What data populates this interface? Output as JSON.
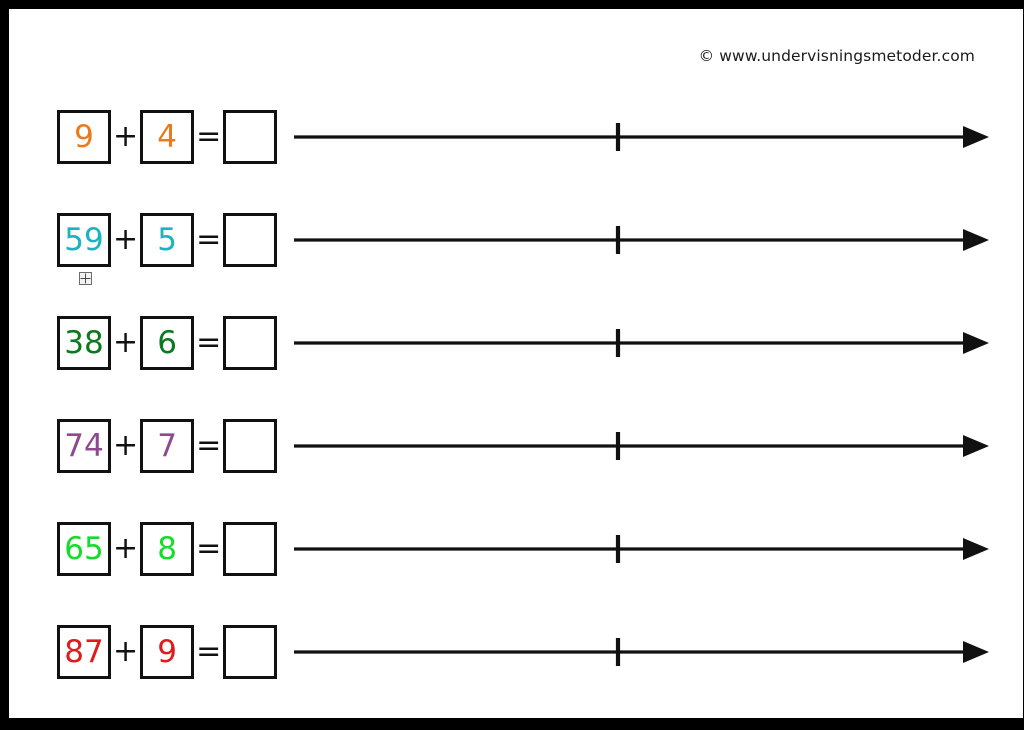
{
  "page": {
    "copyright": "© www.undervisningsmetoder.com",
    "frame_color": "#000000",
    "page_background": "#ffffff",
    "ink_color": "#111111"
  },
  "worksheet": {
    "operator": "+",
    "equals": "=",
    "answer_placeholder": "",
    "rows": [
      {
        "addend1": "9",
        "addend2": "4",
        "color": "#ec7a19",
        "tick_label": ""
      },
      {
        "addend1": "59",
        "addend2": "5",
        "color": "#17b6bf",
        "tick_label": ""
      },
      {
        "addend1": "38",
        "addend2": "6",
        "color": "#0b7a1e",
        "tick_label": ""
      },
      {
        "addend1": "74",
        "addend2": "7",
        "color": "#8e4a8e",
        "tick_label": ""
      },
      {
        "addend1": "65",
        "addend2": "8",
        "color": "#14dc2a",
        "tick_label": ""
      },
      {
        "addend1": "87",
        "addend2": "9",
        "color": "#e01b1b",
        "tick_label": ""
      }
    ]
  },
  "cursor": {
    "icon": "move-handle-icon"
  }
}
